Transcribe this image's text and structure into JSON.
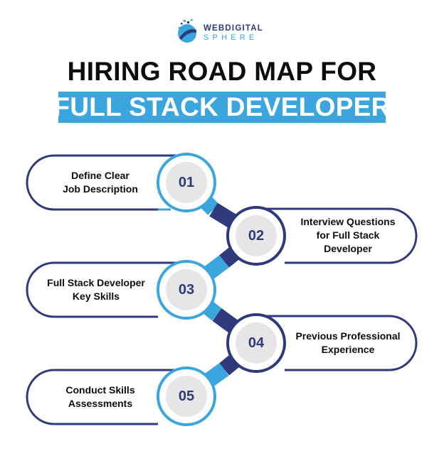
{
  "logo": {
    "line1": "WEBDIGITAL",
    "line2": "SPHERE"
  },
  "header": {
    "title_line1": "HIRING ROAD MAP FOR",
    "title_line2": "FULL STACK DEVELOPER"
  },
  "colors": {
    "navy": "#2e3a7c",
    "sky_blue": "#3aa6dd",
    "circle_gray": "#e6e6e6",
    "text": "#0d0d0d"
  },
  "steps": [
    {
      "number": "01",
      "label": "Define Clear\nJob Description"
    },
    {
      "number": "02",
      "label": "Interview Questions\nfor Full Stack\nDeveloper"
    },
    {
      "number": "03",
      "label": "Full Stack Developer\nKey Skills"
    },
    {
      "number": "04",
      "label": "Previous Professional\nExperience"
    },
    {
      "number": "05",
      "label": "Conduct Skills\nAssessments"
    }
  ]
}
